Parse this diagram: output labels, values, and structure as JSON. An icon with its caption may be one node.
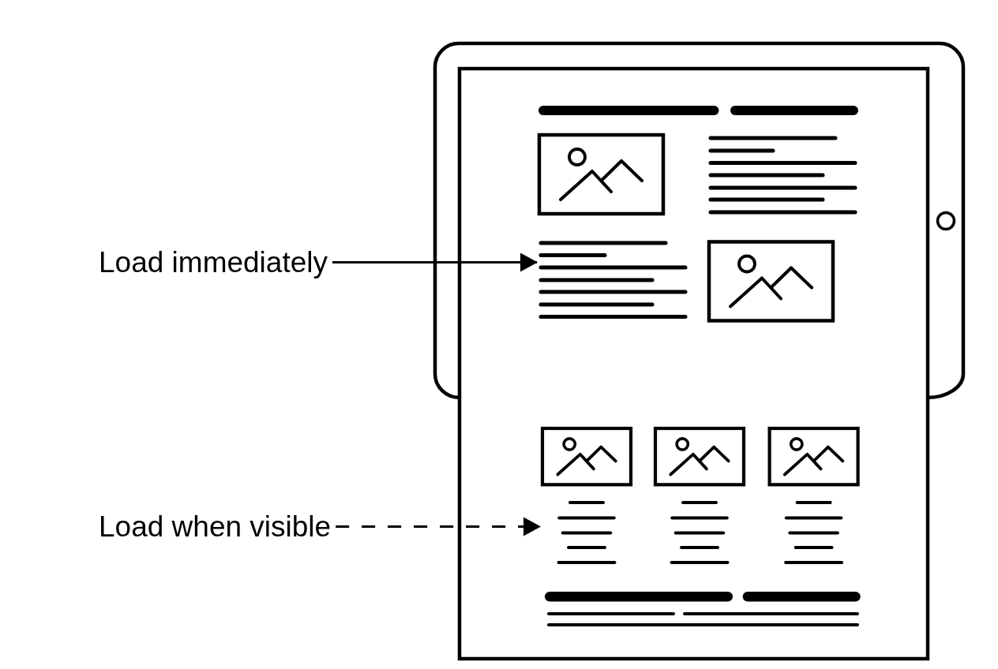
{
  "diagram": {
    "nodes": [
      {
        "text": [
          "Load immediately"
        ]
      },
      {
        "text": [
          "Load when visible"
        ]
      },
      {
        "text": [],
        "shape": "picture"
      },
      {
        "text": [],
        "shape": "picture"
      }
    ],
    "edges": [
      {
        "from": 0,
        "to": 2,
        "arrow": "to"
      },
      {
        "from": 1,
        "to": 3,
        "arrow": "to",
        "style": "dashed"
      }
    ]
  }
}
